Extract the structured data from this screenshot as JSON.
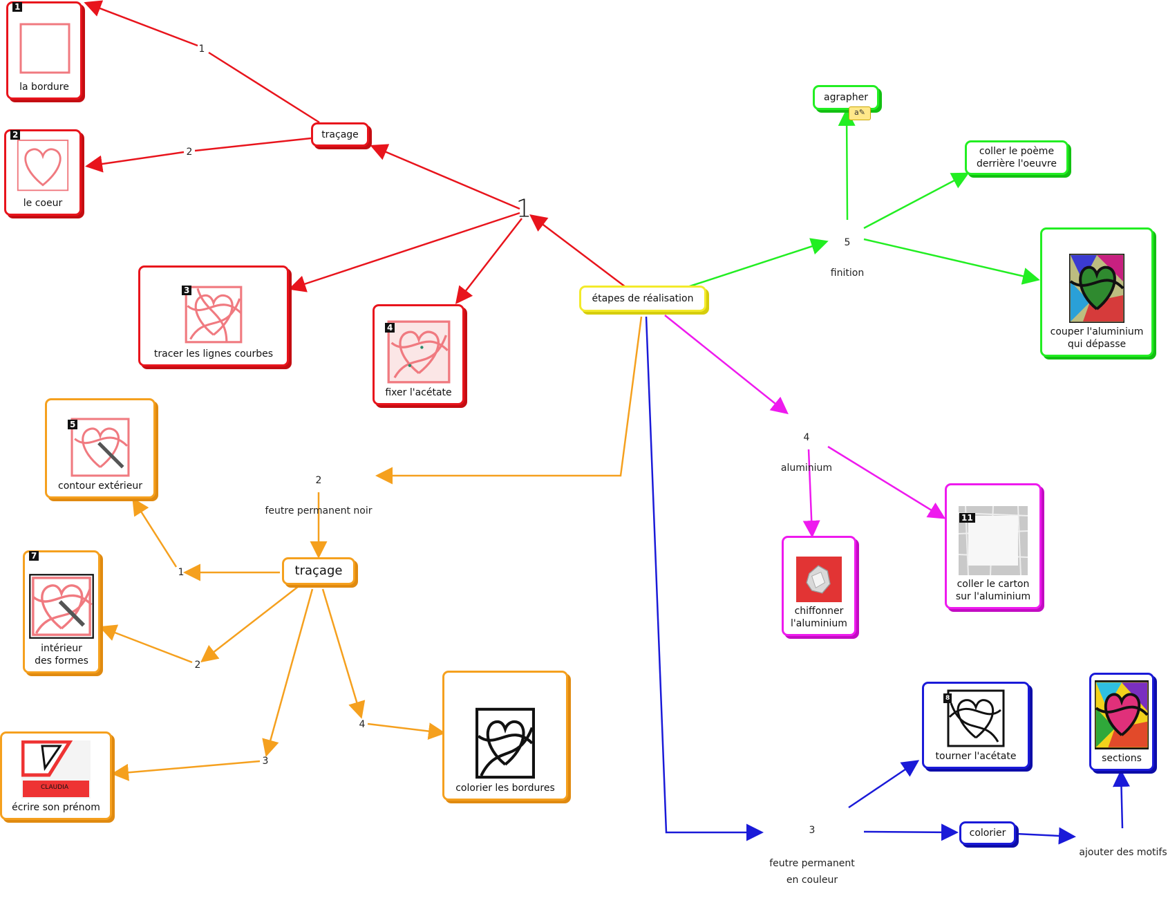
{
  "root": {
    "label": "étapes de réalisation"
  },
  "branches": {
    "red": {
      "color": "#e8141c",
      "hub": "1",
      "tracage": "traçage",
      "edge_labels": [
        "1",
        "2"
      ],
      "cards": [
        {
          "badge": "1",
          "label": "la bordure",
          "icon": "square-outline-icon"
        },
        {
          "badge": "2",
          "label": "le coeur",
          "icon": "heart-outline-icon"
        },
        {
          "badge": "3",
          "label": "tracer les lignes courbes",
          "icon": "curved-lines-icon"
        },
        {
          "badge": "4",
          "label": "fixer l'acétate",
          "icon": "acetate-icon"
        }
      ]
    },
    "orange": {
      "color": "#f5a01e",
      "hub_num": "2",
      "hub_text": "feutre permanent noir",
      "tracage": "traçage",
      "edge_labels": [
        "1",
        "2",
        "3",
        "4"
      ],
      "cards": [
        {
          "badge": "5",
          "label": "contour extérieur",
          "icon": "outline-marker-icon"
        },
        {
          "badge": "7",
          "label": "intérieur\ndes formes",
          "icon": "inner-shapes-icon"
        },
        {
          "badge": "",
          "label": "écrire son prénom",
          "icon": "name-label-icon",
          "name_text": "CLAUDIA"
        },
        {
          "badge": "",
          "label": "colorier les bordures",
          "icon": "black-borders-icon"
        }
      ]
    },
    "blue": {
      "color": "#1a1ad8",
      "hub_num": "3",
      "hub_text": "feutre permanent\nen couleur",
      "colorier": "colorier",
      "ajouter": "ajouter des motifs",
      "cards": [
        {
          "badge": "8",
          "label": "tourner l'acétate",
          "icon": "flipped-acetate-icon"
        },
        {
          "badge": "",
          "label": "sections",
          "icon": "colored-sections-icon"
        }
      ]
    },
    "magenta": {
      "color": "#ee1aee",
      "hub_num": "4",
      "hub_text": "aluminium",
      "cards": [
        {
          "badge": "",
          "label": "chiffonner\nl'aluminium",
          "icon": "crumpled-foil-icon"
        },
        {
          "badge": "11",
          "label": "coller le carton\nsur l'aluminium",
          "icon": "foil-sheet-icon"
        }
      ]
    },
    "green": {
      "color": "#22ee22",
      "hub_num": "5",
      "hub_text": "finition",
      "agrapher": "agrapher",
      "note": "a",
      "coller_poeme": "coller le poème\nderrière l'oeuvre",
      "cards": [
        {
          "badge": "",
          "label": "couper l'aluminium\nqui dépasse",
          "icon": "finished-artwork-icon"
        }
      ]
    }
  }
}
